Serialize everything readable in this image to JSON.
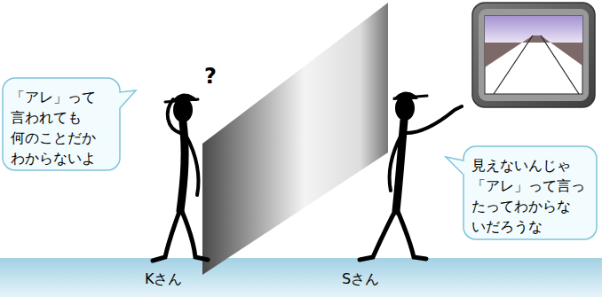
{
  "diagram": {
    "nodes": [
      {
        "text": [
          "「アレ」って 言われても 何のことだか わからないよ"
        ]
      },
      {
        "text": [
          "見えないんじゃ 「アレ」って言っ たってわからな いだろうな"
        ]
      },
      {
        "text": [
          "Kさん",
          "Sさん"
        ]
      }
    ],
    "labels": [
      "?"
    ]
  }
}
